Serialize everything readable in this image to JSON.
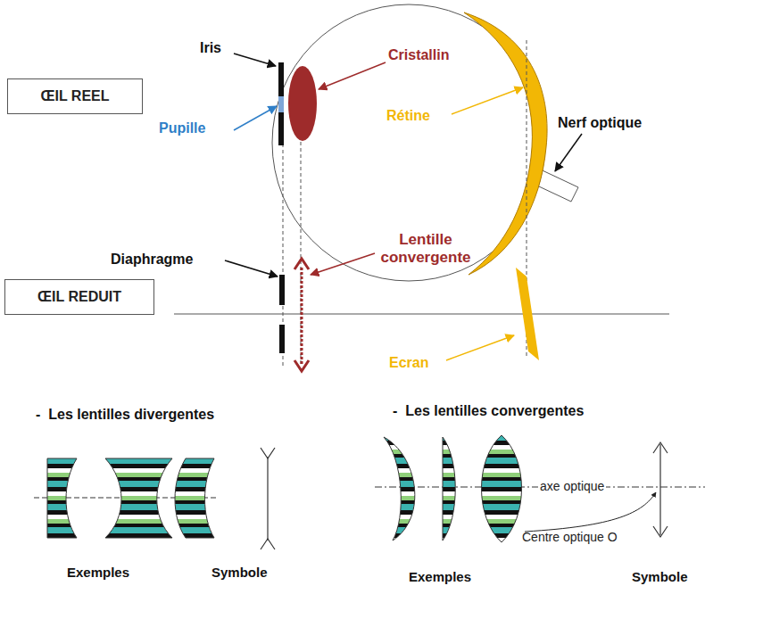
{
  "diagram": {
    "nodes": [
      {
        "text": [
          "ŒIL REEL"
        ]
      },
      {
        "text": [
          "ŒIL REDUIT"
        ]
      }
    ],
    "labels": [
      "Iris",
      "Cristallin",
      "Pupille",
      "Rétine",
      "Nerf optique",
      "Diaphragme",
      "Lentille convergente",
      "Ecran",
      "-  Les lentilles divergentes",
      "-  Les lentilles convergentes",
      "axe optique",
      "Centre optique O",
      "Exemples",
      "Symbole",
      "Exemples",
      "Symbole"
    ]
  }
}
